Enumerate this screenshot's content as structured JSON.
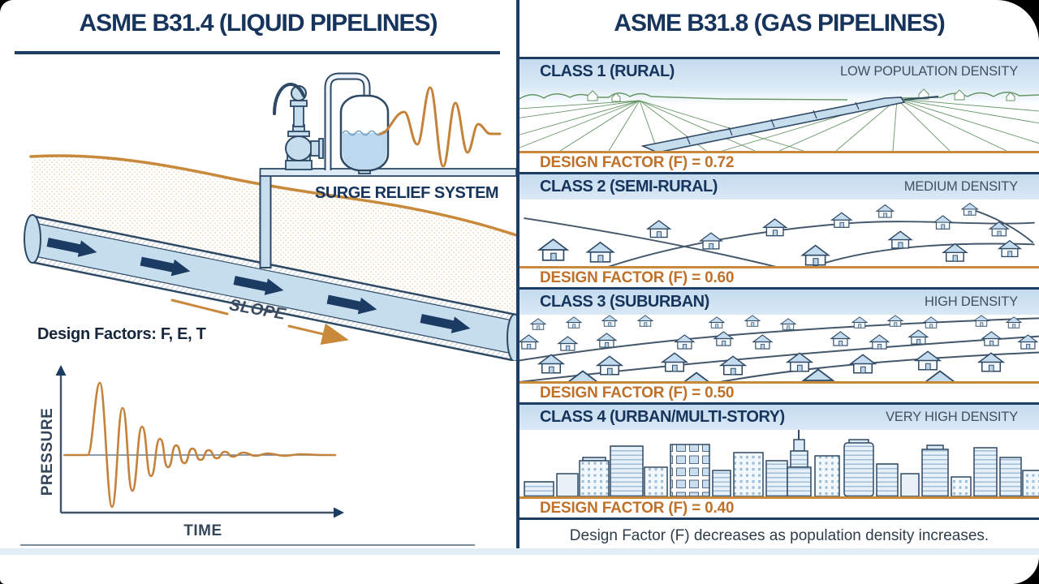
{
  "left_panel": {
    "title": "ASME B31.4 (LIQUID PIPELINES)",
    "surge_relief_label": "SURGE RELIEF SYSTEM",
    "slope_label": "SLOPE",
    "design_factors_label": "Design Factors: F, E, T",
    "chart": {
      "ylabel": "PRESSURE",
      "xlabel": "TIME"
    }
  },
  "right_panel": {
    "title": "ASME B31.8 (GAS PIPELINES)",
    "classes": [
      {
        "label": "CLASS 1 (RURAL)",
        "density": "LOW POPULATION DENSITY",
        "factor_label": "DESIGN FACTOR (F) = 0.72",
        "factor_value": 0.72,
        "scene": "rural-fields-with-pipeline"
      },
      {
        "label": "CLASS 2 (SEMI-RURAL)",
        "density": "MEDIUM DENSITY",
        "factor_label": "DESIGN FACTOR (F) = 0.60",
        "factor_value": 0.6,
        "scene": "scattered-houses-and-roads"
      },
      {
        "label": "CLASS 3 (SUBURBAN)",
        "density": "HIGH DENSITY",
        "factor_label": "DESIGN FACTOR (F) = 0.50",
        "factor_value": 0.5,
        "scene": "dense-suburban-houses"
      },
      {
        "label": "CLASS 4 (URBAN/MULTI-STORY)",
        "density": "VERY HIGH DENSITY",
        "factor_label": "DESIGN FACTOR (F) = 0.40",
        "factor_value": 0.4,
        "scene": "city-skyline"
      }
    ],
    "note": "Design Factor (F) decreases as population density increases."
  },
  "colors": {
    "navy": "#16345c",
    "divider_navy": "#1d3d65",
    "header_blue": "#c9def0",
    "orange_text": "#bf7129",
    "orange_line": "#c8893b",
    "wave_orange": "#c4823a",
    "pipe_fill": "#c6ddee",
    "field_green": "#679566",
    "axis_slate": "#3f5468"
  },
  "chart_data": {
    "type": "line",
    "title": "",
    "xlabel": "TIME",
    "ylabel": "PRESSURE",
    "axis_ticks": "none (qualitative sketch)",
    "series": [
      {
        "name": "pressure-surge",
        "description": "Steady baseline, sudden surge spike, then damped oscillation decaying back to steady pressure"
      }
    ]
  }
}
